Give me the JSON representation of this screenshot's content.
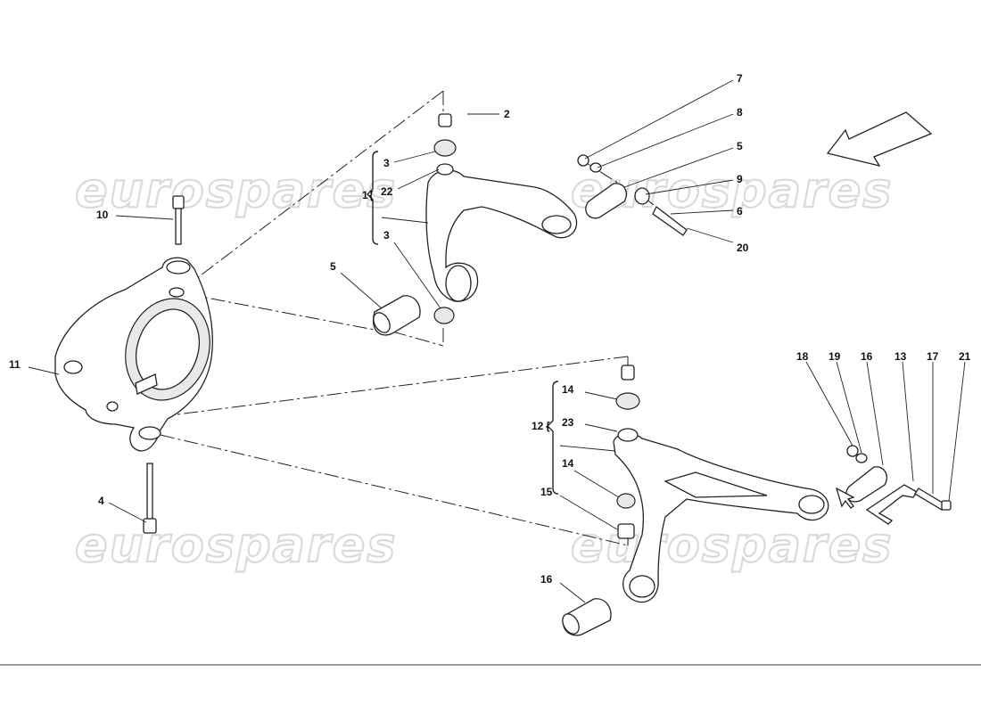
{
  "watermark": {
    "text": "eurospares"
  },
  "callouts": [
    {
      "id": "upper-assembly",
      "label": "1"
    },
    {
      "id": "upper-cap",
      "label": "2"
    },
    {
      "id": "upper-bush-top",
      "label": "3"
    },
    {
      "id": "upper-bush-bottom",
      "label": "3"
    },
    {
      "id": "upper-balljoint",
      "label": "22"
    },
    {
      "id": "knuckle-bolt-top",
      "label": "10"
    },
    {
      "id": "knuckle-bolt-bottom",
      "label": "4"
    },
    {
      "id": "upper-silentblock-left",
      "label": "5"
    },
    {
      "id": "hub-carrier",
      "label": "11"
    },
    {
      "id": "upper-nut",
      "label": "7"
    },
    {
      "id": "upper-washer",
      "label": "8"
    },
    {
      "id": "upper-silentblock-right",
      "label": "5"
    },
    {
      "id": "upper-spacer",
      "label": "9"
    },
    {
      "id": "upper-pin",
      "label": "6"
    },
    {
      "id": "upper-screw",
      "label": "20"
    },
    {
      "id": "lower-assembly",
      "label": "12"
    },
    {
      "id": "lower-bush-top",
      "label": "14"
    },
    {
      "id": "lower-balljoint",
      "label": "23"
    },
    {
      "id": "lower-bush-bottom",
      "label": "14"
    },
    {
      "id": "lower-nut",
      "label": "15"
    },
    {
      "id": "lower-silentblock-left",
      "label": "16"
    },
    {
      "id": "lower-silentblock-right",
      "label": "16"
    },
    {
      "id": "lower-small-nut",
      "label": "18"
    },
    {
      "id": "lower-washer",
      "label": "19"
    },
    {
      "id": "lower-bracket",
      "label": "13"
    },
    {
      "id": "lower-pin",
      "label": "17"
    },
    {
      "id": "lower-screw",
      "label": "21"
    }
  ]
}
